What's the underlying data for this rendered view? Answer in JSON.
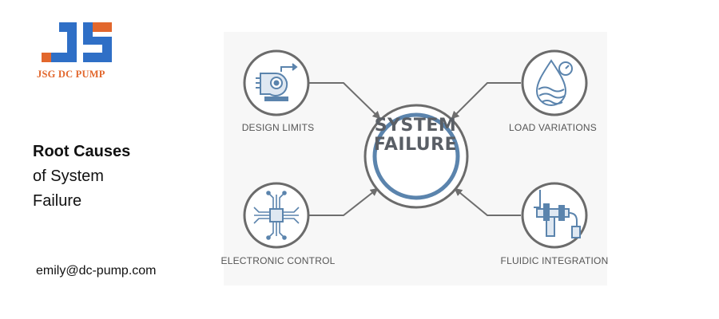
{
  "brand": {
    "name": "JSG DC PUMP",
    "colors": {
      "blue": "#2f6fc6",
      "orange": "#e2672d"
    }
  },
  "headline": {
    "bold": "Root Causes",
    "line2": "of System",
    "line3": "Failure"
  },
  "contact": {
    "email": "emily@dc-pump.com"
  },
  "diagram": {
    "center": {
      "line1": "SYSTEM",
      "line2": "FAILURE"
    },
    "nodes": [
      {
        "label": "DESIGN LIMITS",
        "icon": "pump-gear-icon"
      },
      {
        "label": "LOAD VARIATIONS",
        "icon": "water-drop-gauge-icon"
      },
      {
        "label": "ELECTRONIC CONTROL",
        "icon": "circuit-chip-icon"
      },
      {
        "label": "FLUIDIC INTEGRATION",
        "icon": "pipes-icon"
      }
    ],
    "colors": {
      "ring": "#5b84ad",
      "node_ring": "#6b6b6b",
      "arrow": "#6e6e6e",
      "icon": "#5b84ad"
    }
  }
}
